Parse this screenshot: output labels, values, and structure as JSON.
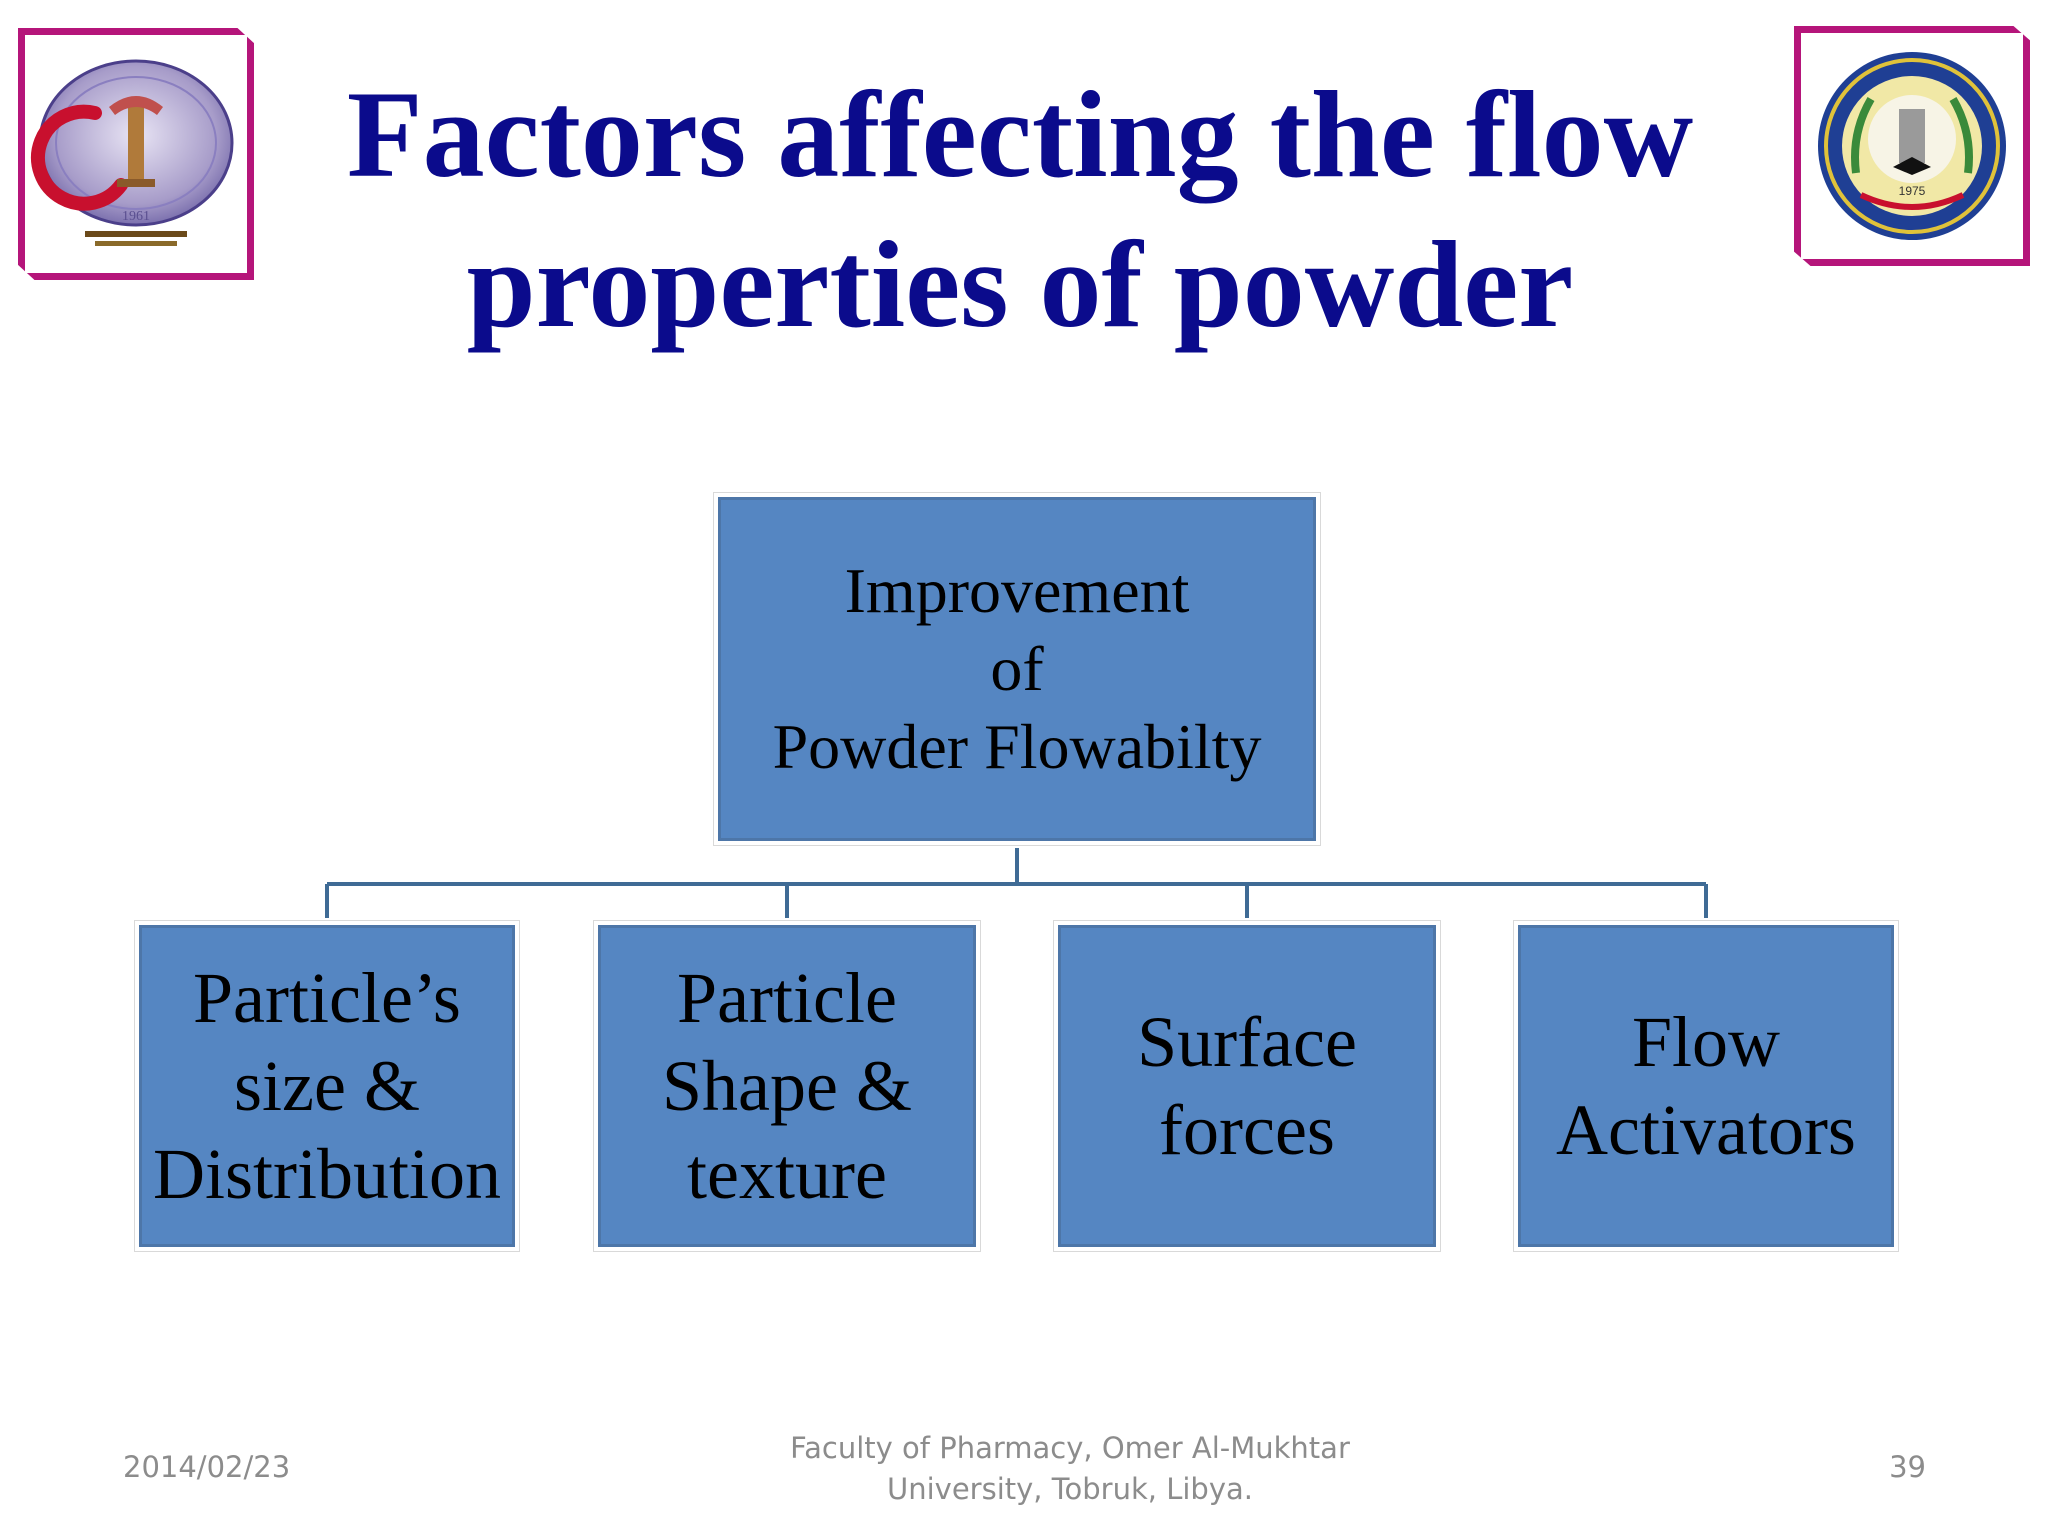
{
  "slide": {
    "title_lines": [
      "Factors affecting the flow",
      "properties of powder"
    ],
    "root": "Improvement\nof\nPowder Flowabilty",
    "children": [
      "Particle’s\nsize &\nDistribution",
      "Particle\nShape &\ntexture",
      "Surface\nforces",
      "Flow\nActivators"
    ]
  },
  "footer": {
    "date": "2014/02/23",
    "organization_lines": [
      "Faculty of Pharmacy, Omer Al-Mukhtar",
      "University, Tobruk, Libya."
    ],
    "page_number": "39"
  },
  "colors": {
    "title": "#0b0b8c",
    "box_fill": "#5586c2",
    "connector": "#3f6b95",
    "logo_frame": "#b5157a",
    "footer_text": "#8c8c8c"
  }
}
